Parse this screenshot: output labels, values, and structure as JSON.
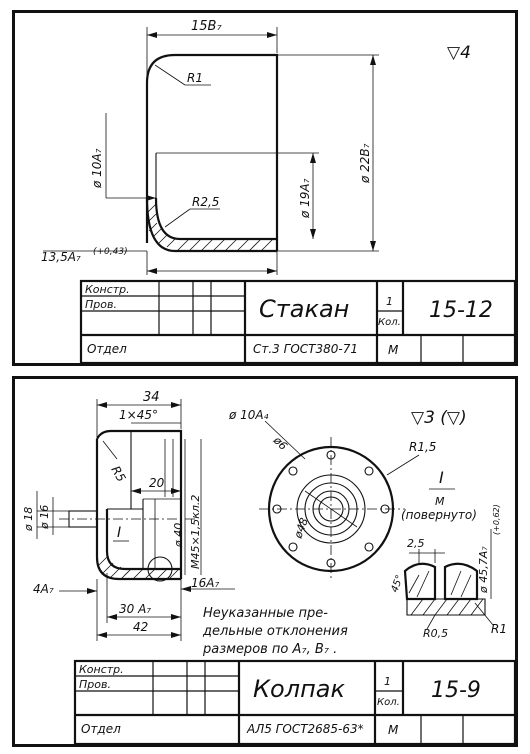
{
  "drawing1": {
    "roughness": "▽4",
    "dim_length": "15В₇",
    "dim_radius_top": "R1",
    "dim_inner_dia": "ø 10А₇",
    "dim_outer_dia": "ø 19А₇",
    "dim_overall_dia": "ø 22В₇",
    "dim_radius_bottom": "R2,5",
    "dim_bottom": "13,5А₇",
    "dim_bottom_tol": "(+0,43)",
    "titleblock": {
      "row1_label": "Констр.",
      "row2_label": "Пров.",
      "row3_label": "Отдел",
      "part_name": "Стакан",
      "count": "1",
      "count_label": "Кол.",
      "number": "15-12",
      "material": "Ст.3 ГОСТ380-71",
      "scale": "М"
    }
  },
  "drawing2": {
    "roughness": "▽3 (▽)",
    "dim_34": "34",
    "dim_chamfer": "1×45°",
    "dim_r5": "R5",
    "dim_20": "20",
    "dim_d18": "ø 18",
    "dim_d16": "ø 16",
    "detail_mark_left": "I",
    "dim_d40": "ø 40",
    "dim_thread": "М45×1,5кл.2",
    "dim_4a7": "4А₇",
    "dim_30a7": "30 А₇",
    "dim_42": "42",
    "dim_16a7": "16А₇",
    "dim_d10a4": "ø 10А₄",
    "dim_d6": "ø6",
    "dim_d48": "ø48",
    "dim_r15": "R1,5",
    "detail_title": "I",
    "detail_scale": "М",
    "detail_rotated": "(повернуто)",
    "dim_25": "2,5",
    "dim_d457": "ø 45,7А₇",
    "dim_d457_tol": "(+0,62)",
    "dim_45deg": "45°",
    "dim_r05": "R0,5",
    "dim_r1": "R1",
    "note_line1": "Неуказанные пре-",
    "note_line2": "дельные отклонения",
    "note_line3": "размеров по А₇, В₇ .",
    "titleblock": {
      "row1_label": "Констр.",
      "row2_label": "Пров.",
      "row3_label": "Отдел",
      "part_name": "Колпак",
      "count": "1",
      "count_label": "Кол.",
      "number": "15-9",
      "material": "АЛ5 ГОСТ2685-63*",
      "scale": "М"
    }
  }
}
